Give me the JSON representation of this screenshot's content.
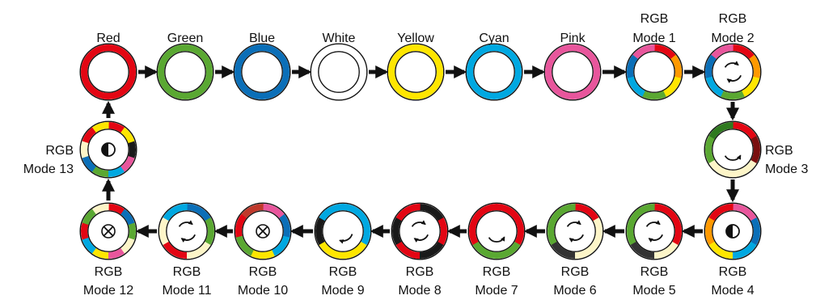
{
  "nodes": [
    {
      "label": "Red",
      "ring": "solid",
      "color": "#e30613",
      "icon": "none"
    },
    {
      "label": "Green",
      "ring": "solid",
      "color": "#5aa832",
      "icon": "none"
    },
    {
      "label": "Blue",
      "ring": "solid",
      "color": "#0b6fb8",
      "icon": "none"
    },
    {
      "label": "White",
      "ring": "outline",
      "color": "#ffffff",
      "icon": "none"
    },
    {
      "label": "Yellow",
      "ring": "solid",
      "color": "#ffe600",
      "icon": "none"
    },
    {
      "label": "Cyan",
      "ring": "solid",
      "color": "#00a8e1",
      "icon": "none"
    },
    {
      "label": "Pink",
      "ring": "solid",
      "color": "#e8569c",
      "icon": "none"
    },
    {
      "label": "RGB Mode 1",
      "ring": "gradient",
      "colors": [
        "#e30613",
        "#ff9900",
        "#ffe600",
        "#5aa832",
        "#00a8e1",
        "#0b6fb8",
        "#e8569c"
      ],
      "icon": "none"
    },
    {
      "label": "RGB Mode 2",
      "ring": "gradient",
      "colors": [
        "#e30613",
        "#ff9900",
        "#ffe600",
        "#5aa832",
        "#00a8e1",
        "#0b6fb8",
        "#e8569c"
      ],
      "icon": "rotate-arrows"
    },
    {
      "label": "RGB Mode 3",
      "ring": "segments",
      "colors": [
        "#e30613",
        "#7a0f0f",
        "#fdf5c8",
        "#fdf5c8",
        "#5aa832",
        "#2f7a1f"
      ],
      "icon": "smile-arrow"
    },
    {
      "label": "RGB Mode 4",
      "ring": "gradient",
      "colors": [
        "#e8569c",
        "#0b6fb8",
        "#00a8e1",
        "#ffe600",
        "#ff9900",
        "#e30613"
      ],
      "icon": "contrast"
    },
    {
      "label": "RGB Mode 5",
      "ring": "segments",
      "colors": [
        "#e30613",
        "#e30613",
        "#fdf5c8",
        "#333333",
        "#5aa832",
        "#5aa832"
      ],
      "icon": "rotate-arrows"
    },
    {
      "label": "RGB Mode 6",
      "ring": "segments",
      "colors": [
        "#e30613",
        "#fdf5c8",
        "#fdf5c8",
        "#333333",
        "#5aa832",
        "#5aa832"
      ],
      "icon": "loop-arrows"
    },
    {
      "label": "RGB Mode 7",
      "ring": "segments",
      "colors": [
        "#e30613",
        "#e30613",
        "#5aa832",
        "#5aa832",
        "#e30613",
        "#e30613"
      ],
      "icon": "smile-arrow"
    },
    {
      "label": "RGB Mode 8",
      "ring": "segments",
      "colors": [
        "#1a1a1a",
        "#e30613",
        "#1a1a1a",
        "#e30613",
        "#1a1a1a",
        "#e30613"
      ],
      "icon": "loop-arrows"
    },
    {
      "label": "RGB Mode 9",
      "ring": "segments",
      "colors": [
        "#00a8e1",
        "#00a8e1",
        "#ffe600",
        "#ffe600",
        "#1a1a1a",
        "#00a8e1"
      ],
      "icon": "arc-arrow"
    },
    {
      "label": "RGB Mode 10",
      "ring": "gradient",
      "colors": [
        "#e8569c",
        "#0b6fb8",
        "#00a8e1",
        "#ffe600",
        "#5aa832",
        "#e30613",
        "#c0392b"
      ],
      "icon": "wheel"
    },
    {
      "label": "RGB Mode 11",
      "ring": "segments",
      "colors": [
        "#0b6fb8",
        "#5aa832",
        "#fdf5c8",
        "#e30613",
        "#fdf5c8",
        "#00a8e1"
      ],
      "icon": "rotate-arrows"
    },
    {
      "label": "RGB Mode 12",
      "ring": "segments",
      "colors": [
        "#e30613",
        "#0b6fb8",
        "#5aa832",
        "#fdf5c8",
        "#e8569c",
        "#ffe600",
        "#00a8e1",
        "#e30613",
        "#5aa832",
        "#fdf5c8"
      ],
      "icon": "wheel"
    },
    {
      "label": "RGB Mode 13",
      "ring": "segments",
      "colors": [
        "#e30613",
        "#ffe600",
        "#1a1a1a",
        "#e8569c",
        "#00a8e1",
        "#5aa832",
        "#0b6fb8",
        "#fdf5c8",
        "#e30613",
        "#ffe600"
      ],
      "icon": "contrast"
    }
  ],
  "arrow_color": "#111111"
}
